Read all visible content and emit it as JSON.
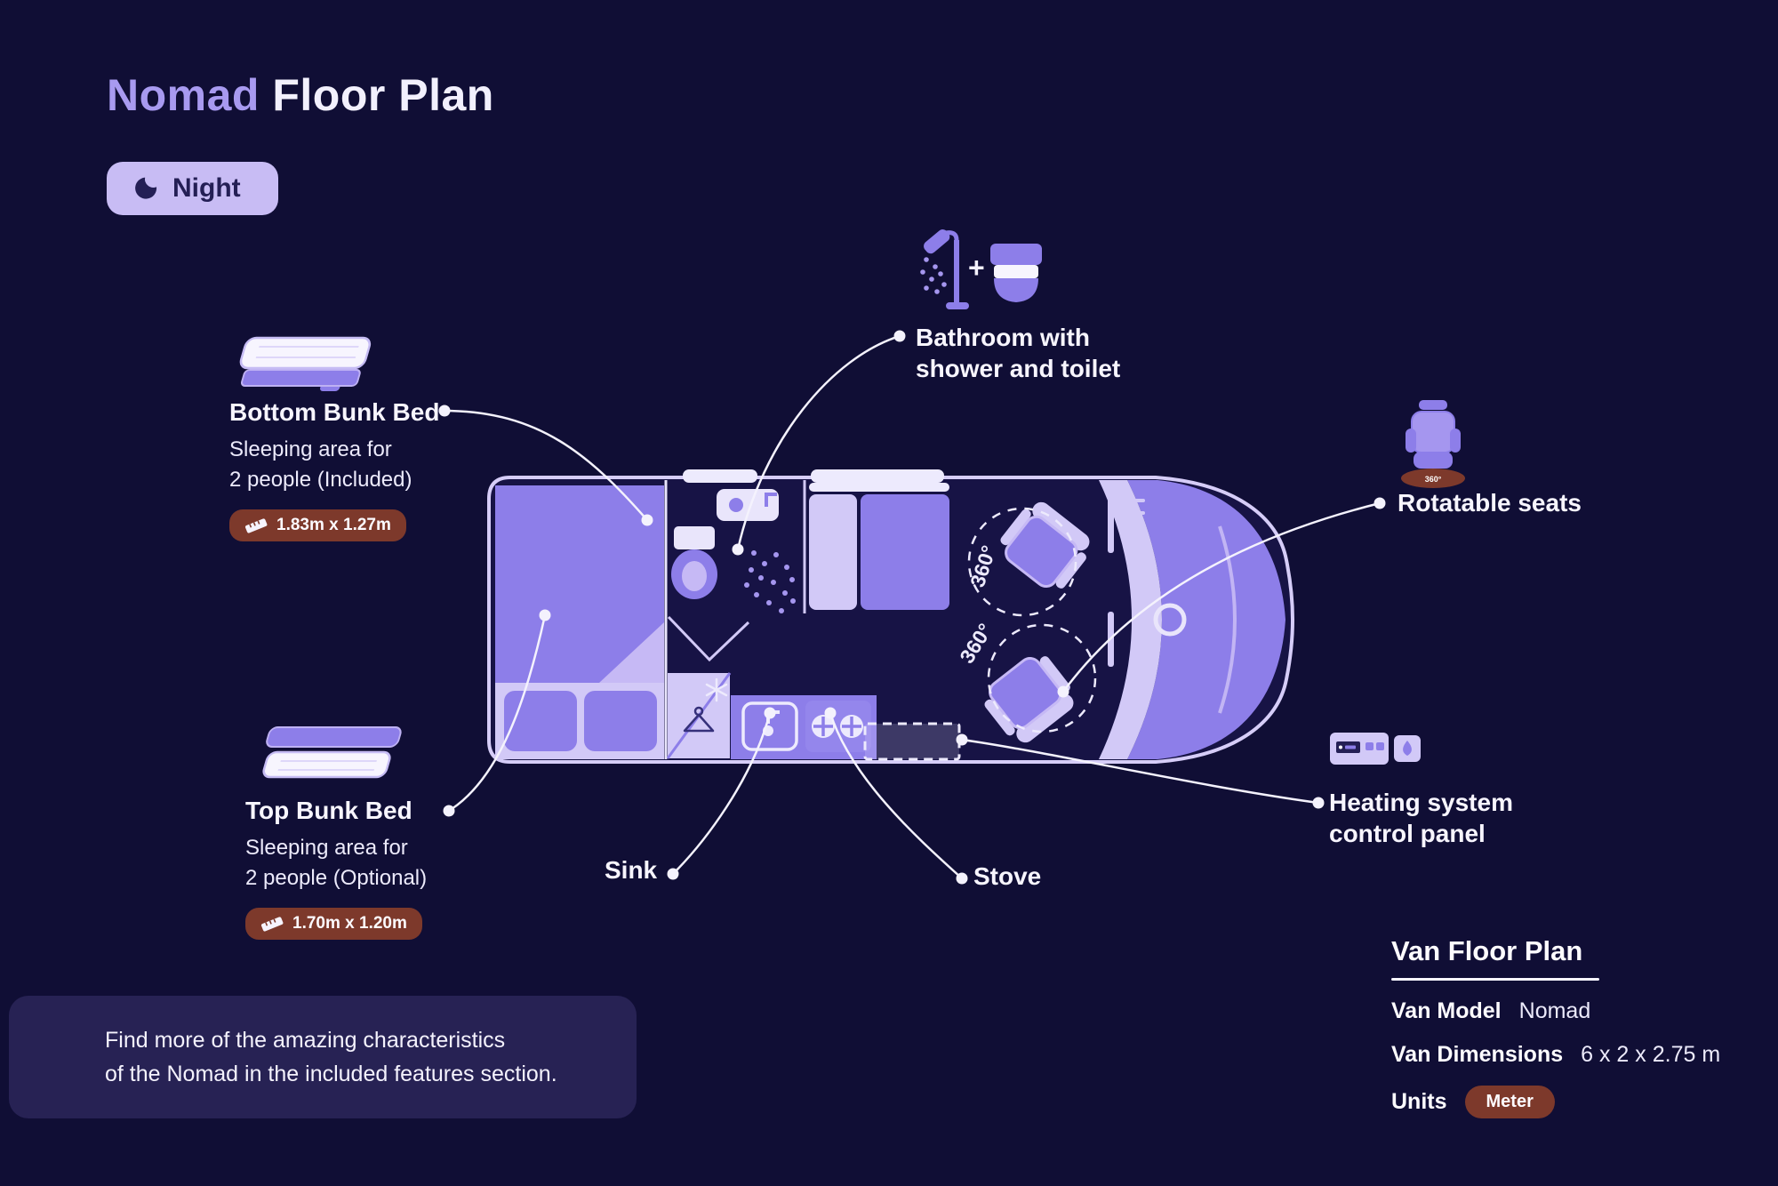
{
  "title": {
    "accent": "Nomad",
    "rest": " Floor Plan"
  },
  "mode_button": {
    "label": "Night",
    "icon": "moon-icon"
  },
  "annotations": {
    "bottom_bunk": {
      "title": "Bottom Bunk Bed",
      "desc1": "Sleeping area for",
      "desc2": "2 people (Included)",
      "dimensions": "1.83m x 1.27m"
    },
    "top_bunk": {
      "title": "Top Bunk Bed",
      "desc1": "Sleeping area for",
      "desc2": "2 people (Optional)",
      "dimensions": "1.70m x 1.20m"
    },
    "bathroom": {
      "line1": "Bathroom with",
      "line2": "shower and toilet",
      "plus": "+"
    },
    "rotatable_seats": {
      "title": "Rotatable seats",
      "seat_icon_badge": "360°"
    },
    "heating": {
      "line1": "Heating system",
      "line2": "control panel"
    },
    "sink": {
      "title": "Sink"
    },
    "stove": {
      "title": "Stove"
    }
  },
  "floorplan": {
    "rotation_label": "360°"
  },
  "note": {
    "line1": "Find more of the amazing characteristics",
    "line2": "of the Nomad in the included features section."
  },
  "spec": {
    "heading": "Van Floor Plan",
    "van_model_label": "Van Model",
    "van_model_value": "Nomad",
    "dimensions_label": "Van Dimensions",
    "dimensions_value": "6 x 2 x 2.75 m",
    "units_label": "Units",
    "units_value": "Meter"
  },
  "colors": {
    "background": "#100e35",
    "purple_main": "#8d7ee9",
    "purple_light": "#d2c9f7",
    "purple_pale": "#edeafd",
    "title_accent": "#a89af0",
    "badge_brown": "#7d392b",
    "night_button_bg": "#c8bcf4",
    "text_white": "#f5f3fd"
  }
}
